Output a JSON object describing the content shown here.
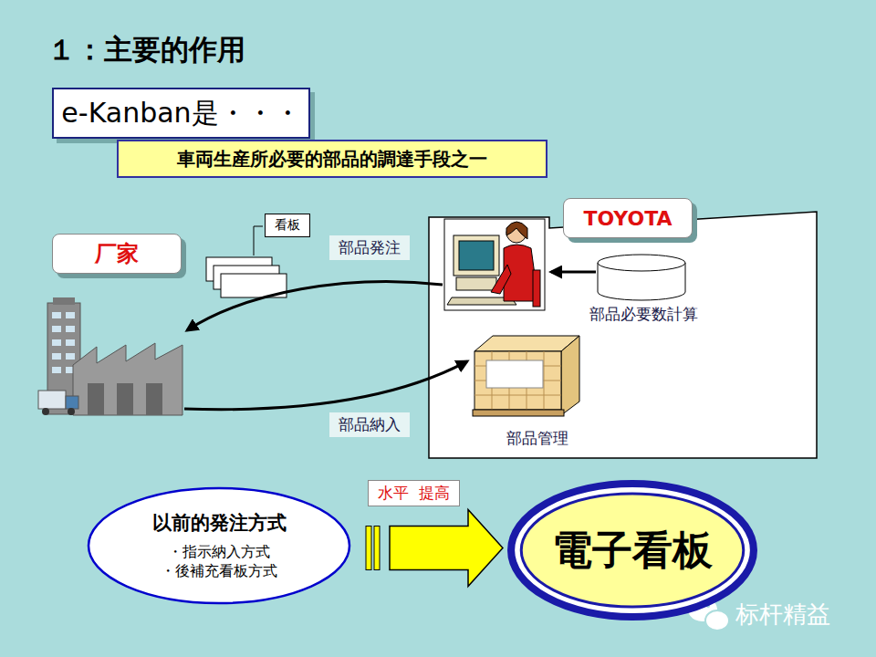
{
  "diagram": {
    "title": "１：主要的作用",
    "nodes": [
      {
        "text": [
          "e-Kanban是・・・"
        ]
      },
      {
        "text": [
          "車両生産所必要的部品的調達手段之一"
        ]
      },
      {
        "text": [
          "厂家"
        ]
      },
      {
        "text": [
          "看板"
        ]
      },
      {
        "text": [
          "TOYOTA"
        ]
      },
      {
        "text": [
          "以前的発注方式",
          "・指示納入方式",
          "・後補充看板方式"
        ]
      },
      {
        "text": [
          "電子看板"
        ]
      }
    ],
    "edges": [
      {
        "from": 5,
        "to": 6,
        "label": "水平  提高",
        "arrow": "to"
      }
    ],
    "labels": [
      "部品発注",
      "部品納入",
      "部品必要数計算",
      "部品管理",
      "标杆精益"
    ]
  }
}
